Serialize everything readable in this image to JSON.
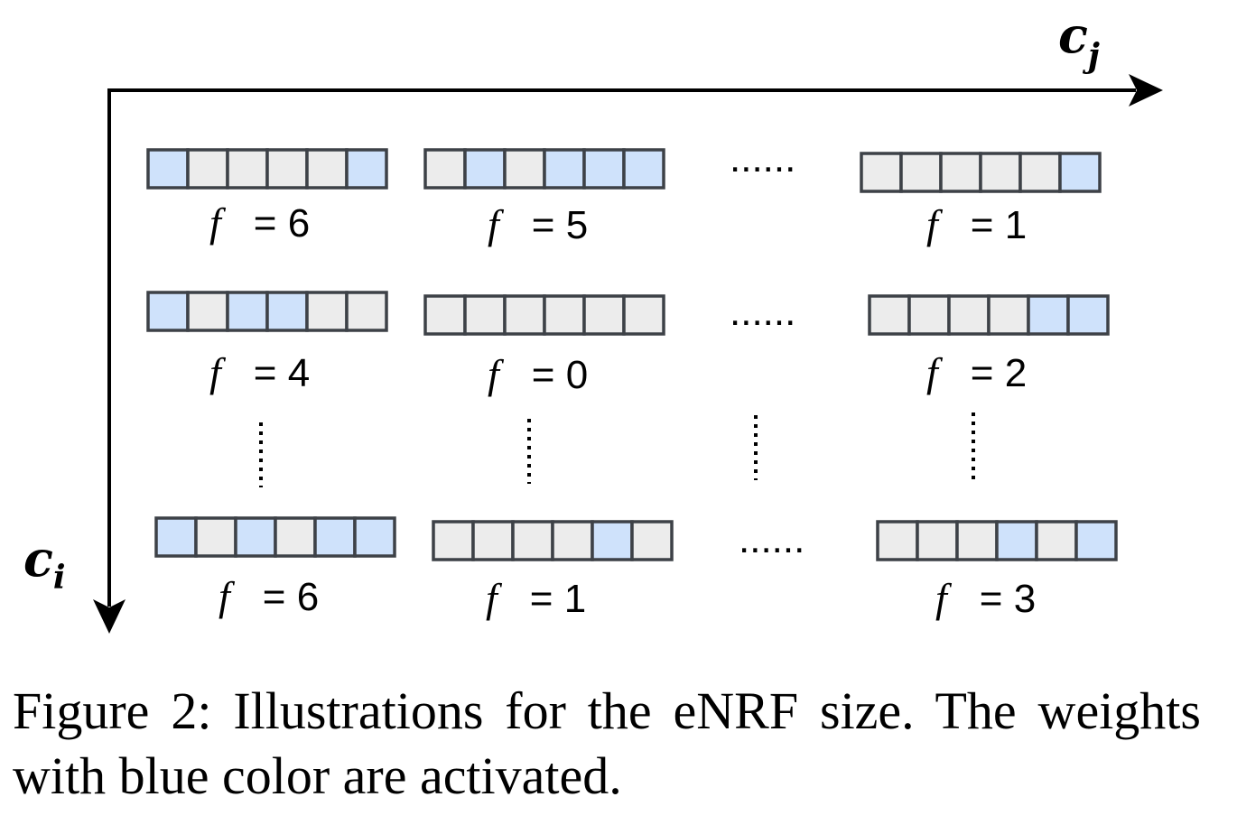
{
  "axes": {
    "horizontal": {
      "symbol": "c",
      "subscript": "j"
    },
    "vertical": {
      "symbol": "c",
      "subscript": "i"
    }
  },
  "colors": {
    "activated": "#cfe2fb",
    "inactive": "#ececec",
    "border": "#3d4147",
    "text": "#000000"
  },
  "label_prefix": "f",
  "h_ellipsis": "......",
  "grid": [
    [
      {
        "label": "= 6",
        "cells": [
          1,
          0,
          0,
          0,
          0,
          1
        ]
      },
      {
        "label": "= 5",
        "cells": [
          0,
          1,
          0,
          1,
          1,
          1
        ]
      },
      {
        "label": "= 1",
        "cells": [
          0,
          0,
          0,
          0,
          0,
          1
        ]
      }
    ],
    [
      {
        "label": "= 4",
        "cells": [
          1,
          0,
          1,
          1,
          0,
          0
        ]
      },
      {
        "label": "= 0",
        "cells": [
          0,
          0,
          0,
          0,
          0,
          0
        ]
      },
      {
        "label": "= 2",
        "cells": [
          0,
          0,
          0,
          0,
          1,
          1
        ]
      }
    ],
    [
      {
        "label": "= 6",
        "cells": [
          1,
          0,
          1,
          0,
          1,
          1
        ]
      },
      {
        "label": "= 1",
        "cells": [
          0,
          0,
          0,
          0,
          1,
          0
        ]
      },
      {
        "label": "= 3",
        "cells": [
          0,
          0,
          0,
          1,
          0,
          1
        ]
      }
    ]
  ],
  "caption": "Figure 2: Illustrations for the eNRF size. The weights with blue color are activated."
}
